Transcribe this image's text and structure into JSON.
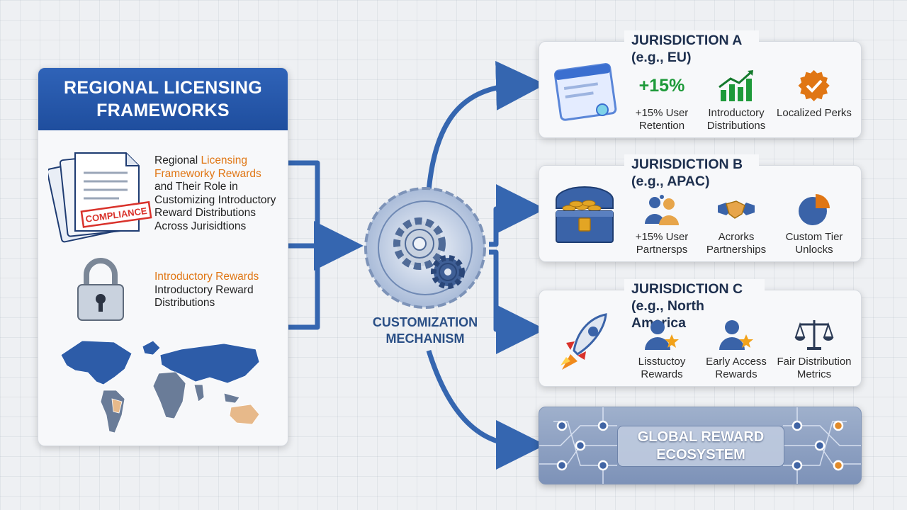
{
  "left_panel": {
    "title": "REGIONAL LICENSING FRAMEWORKS",
    "block1": {
      "line1_pre": "Regional ",
      "line1_highlight": "Licensing",
      "line2_highlight": "Frameworky Rewards",
      "rest": "and Their Role in Customizing Introductory Reward Distributions Across Jurisidtions",
      "stamp": "COMPLIANCE",
      "icon": "documents-icon"
    },
    "block2": {
      "highlight": "Introductory Rewards",
      "rest": "Introductory Reward Distributions",
      "icon": "padlock-icon"
    },
    "map_icon": "world-map-icon"
  },
  "center": {
    "label": "CUSTOMIZATION MECHANISM",
    "icon": "gears-icon"
  },
  "jurisdictions": [
    {
      "title": "JURISDICTION A (e.g., EU)",
      "icon": "browser-window-icon",
      "features": [
        {
          "value": "+15%",
          "label": "+15% User Retention"
        },
        {
          "icon": "growth-chart-icon",
          "label": "Introductory Distributions"
        },
        {
          "icon": "badge-check-icon",
          "label": "Localized Perks"
        }
      ]
    },
    {
      "title": "JURISDICTION B (e.g., APAC)",
      "icon": "treasure-chest-icon",
      "features": [
        {
          "icon": "users-group-icon",
          "label": "+15% User Partnersps"
        },
        {
          "icon": "handshake-icon",
          "label": "Acrorks Partnerships"
        },
        {
          "icon": "pie-chart-icon",
          "label": "Custom Tier Unlocks"
        }
      ]
    },
    {
      "title": "JURISDICTION C (e.g., North America",
      "icon": "rocket-icon",
      "features": [
        {
          "icon": "user-star-icon",
          "label": "Lisstuctoy Rewards"
        },
        {
          "icon": "user-star-icon",
          "label": "Early Access Rewards"
        },
        {
          "icon": "scales-icon",
          "label": "Fair Distribution Metrics"
        }
      ]
    }
  ],
  "global": {
    "label": "GLOBAL REWARD ECOSYSTEM",
    "icon": "circuit-network-icon"
  },
  "colors": {
    "primary_blue": "#2f63b8",
    "arrow_blue": "#3566b0",
    "accent_orange": "#e07614",
    "accent_green": "#1e9a3a"
  }
}
